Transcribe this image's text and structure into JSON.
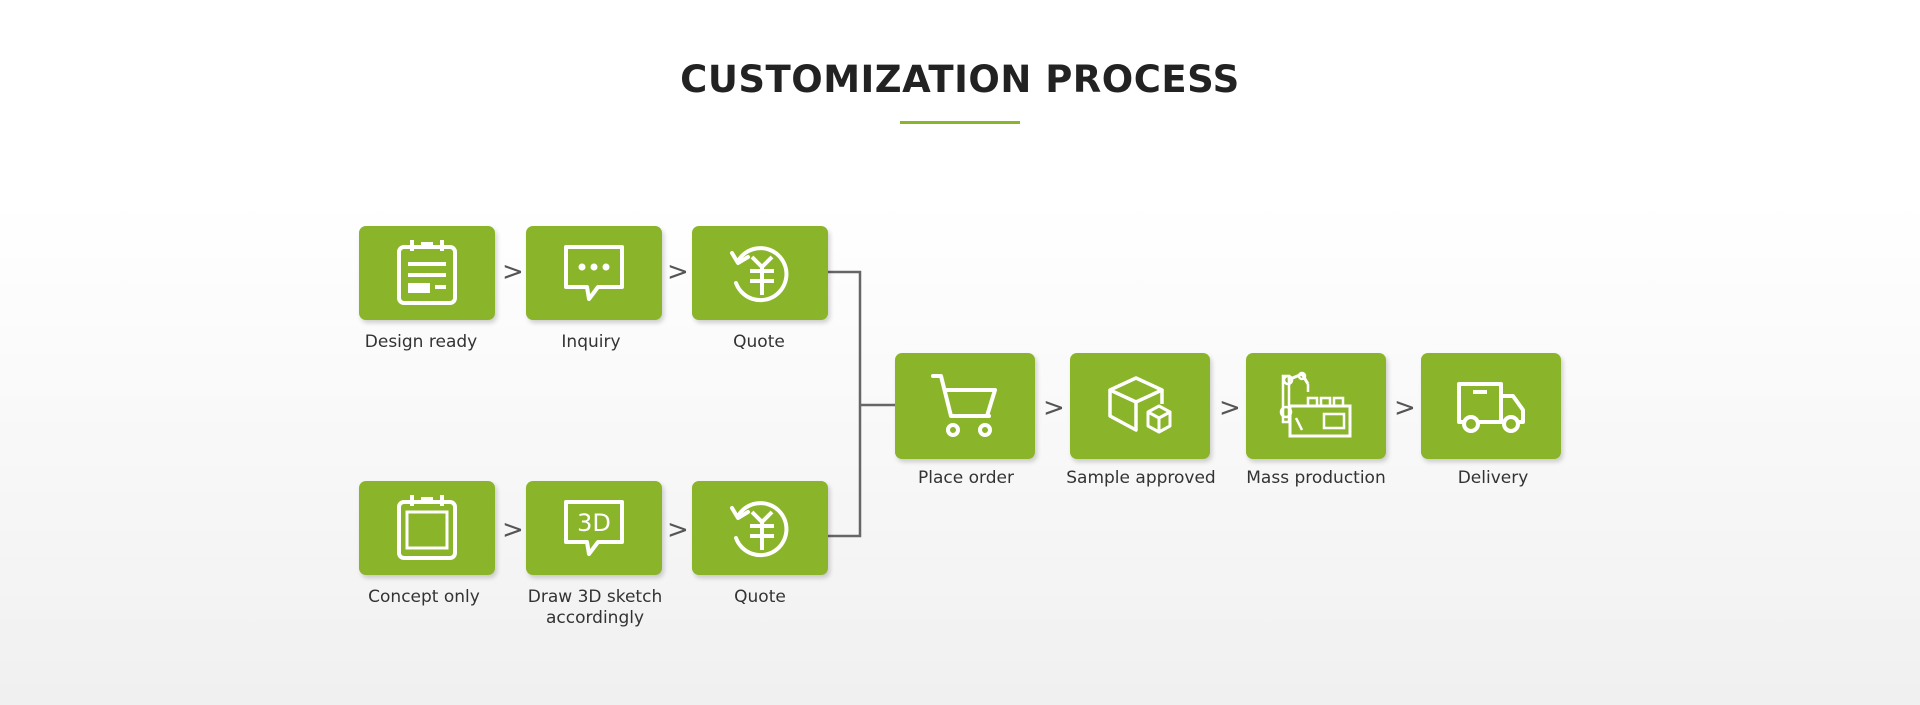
{
  "page": {
    "title": "CUSTOMIZATION PROCESS"
  },
  "colors": {
    "accent": "#8ab52a",
    "icon": "#ffffff",
    "title": "#222222",
    "text": "#333333",
    "connector": "#666666"
  },
  "arrow_glyph": ">",
  "steps": {
    "design_ready": {
      "label": "Design ready",
      "icon": "calendar-document-icon"
    },
    "inquiry": {
      "label": "Inquiry",
      "icon": "chat-bubble-icon"
    },
    "quote_top": {
      "label": "Quote",
      "icon": "yuan-refresh-icon"
    },
    "concept_only": {
      "label": "Concept only",
      "icon": "calendar-frame-icon"
    },
    "draw_3d": {
      "label": "Draw 3D sketch accordingly",
      "icon": "3d-chat-bubble-icon",
      "icon_text": "3D"
    },
    "quote_bottom": {
      "label": "Quote",
      "icon": "yuan-refresh-icon"
    },
    "place_order": {
      "label": "Place order",
      "icon": "shopping-cart-icon"
    },
    "sample_approved": {
      "label": "Sample approved",
      "icon": "boxes-icon"
    },
    "mass_production": {
      "label": "Mass production",
      "icon": "robot-arm-factory-icon"
    },
    "delivery": {
      "label": "Delivery",
      "icon": "delivery-truck-icon"
    }
  }
}
